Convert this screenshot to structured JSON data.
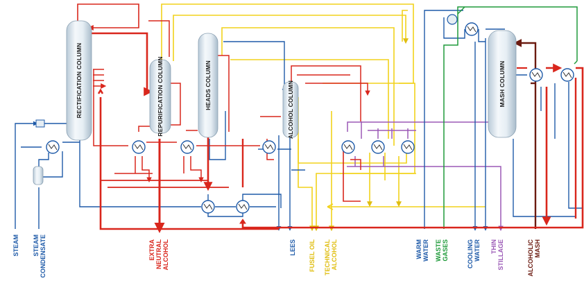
{
  "colors": {
    "red": "#d9261c",
    "blue": "#1e5aa8",
    "yellow": "#f2d21b",
    "green": "#1f9a3a",
    "purple": "#9b59b6",
    "brown": "#6b1a10",
    "column_fill": "#dde8f0"
  },
  "columns": [
    {
      "id": "rectification",
      "label": "RECTIFICATION COLUMN"
    },
    {
      "id": "repurification",
      "label": "REPURIFICATION COLUMN"
    },
    {
      "id": "heads",
      "label": "HEADS COLUMN"
    },
    {
      "id": "alcohol",
      "label": "ALCOHOL COLUMN"
    },
    {
      "id": "mash",
      "label": "MASH COLUMN"
    }
  ],
  "outputs": [
    {
      "id": "steam",
      "lines": [
        "STEAM"
      ],
      "color": "#1e5aa8"
    },
    {
      "id": "steam-condensate",
      "lines": [
        "STEAM",
        "CONDENSATE"
      ],
      "color": "#1e5aa8"
    },
    {
      "id": "extra-neutral-alcohol",
      "lines": [
        "EXTRA",
        "NEUTRAL",
        "ALCOHOL"
      ],
      "color": "#d9261c"
    },
    {
      "id": "lees",
      "lines": [
        "LEES"
      ],
      "color": "#1e5aa8"
    },
    {
      "id": "fusel-oil",
      "lines": [
        "FUSEL OIL"
      ],
      "color": "#e0be10"
    },
    {
      "id": "technical-alcohol",
      "lines": [
        "TECHNICAL",
        "ALCOHOL"
      ],
      "color": "#e0be10"
    },
    {
      "id": "warm-water",
      "lines": [
        "WARM",
        "WATER"
      ],
      "color": "#1e5aa8"
    },
    {
      "id": "waste-gases",
      "lines": [
        "WASTE",
        "GASES"
      ],
      "color": "#1f9a3a"
    },
    {
      "id": "cooling-water",
      "lines": [
        "COOLING",
        "WATER"
      ],
      "color": "#1e5aa8"
    },
    {
      "id": "thin-stillage",
      "lines": [
        "THIN",
        "STILLAGE"
      ],
      "color": "#9b59b6"
    },
    {
      "id": "alcoholic-mash",
      "lines": [
        "ALCOHOLIC",
        "MASH"
      ],
      "color": "#6b1a10"
    }
  ]
}
